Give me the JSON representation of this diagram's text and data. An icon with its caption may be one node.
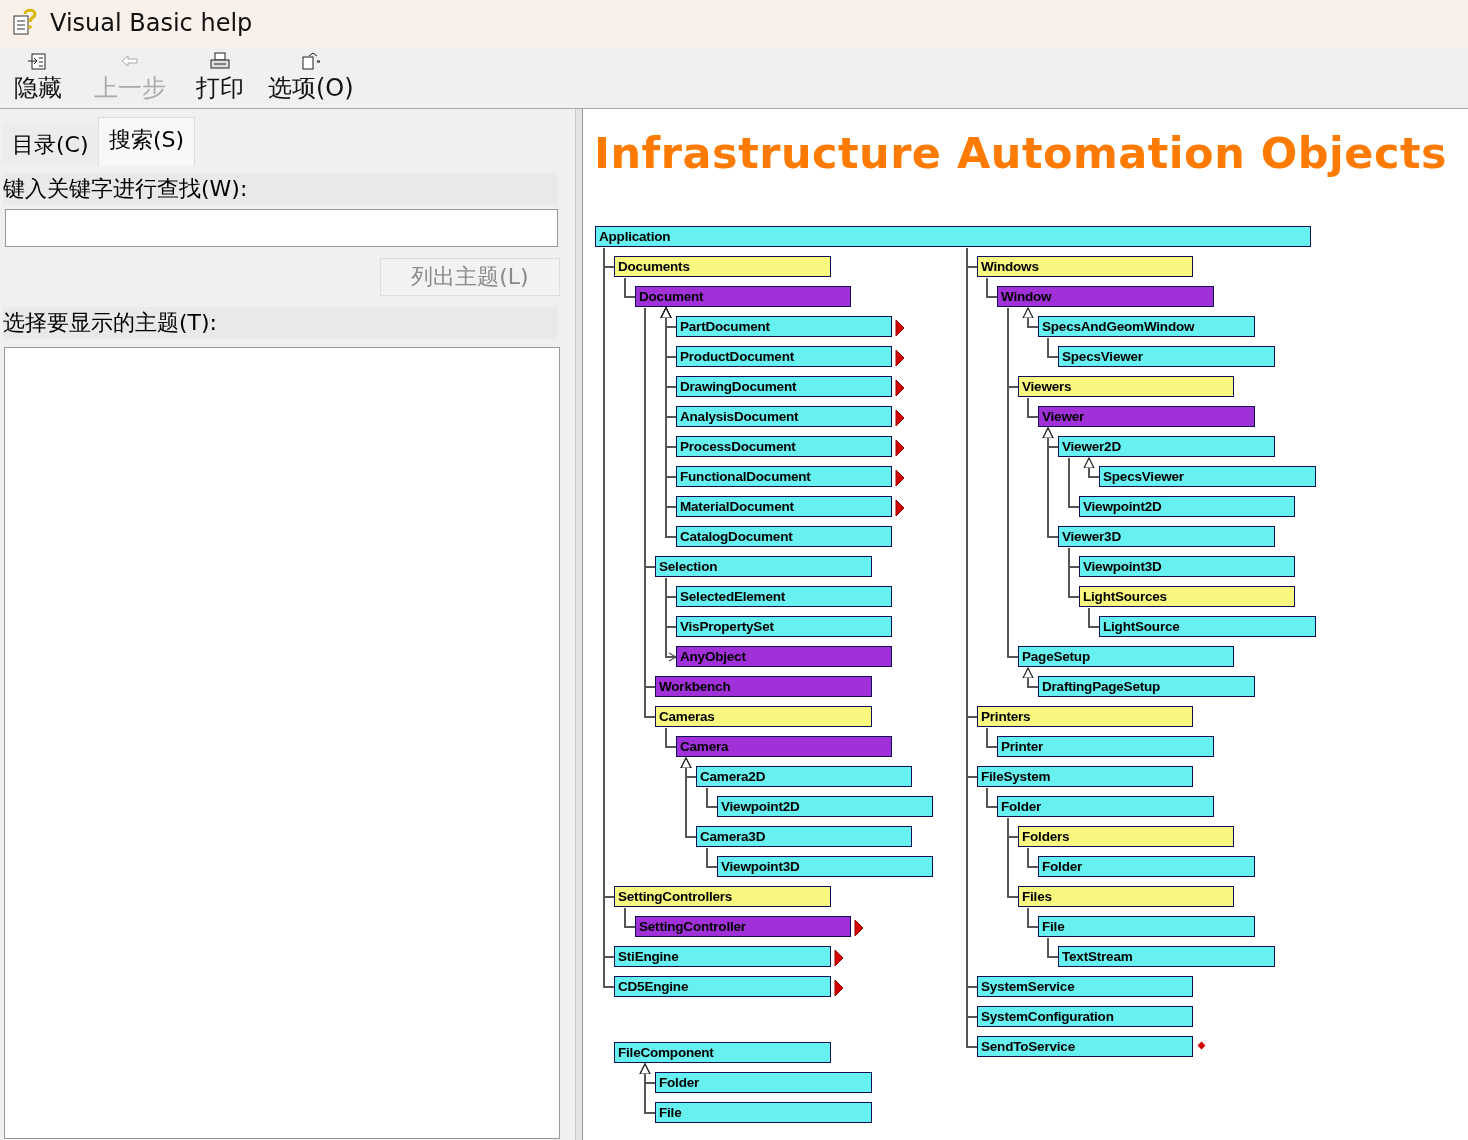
{
  "diagram": {
    "title": "Infrastructure Automation Objects",
    "nodes": [
      {
        "text": [
          "Application"
        ]
      },
      {
        "text": [
          "Documents"
        ]
      },
      {
        "text": [
          "Document"
        ]
      },
      {
        "text": [
          "PartDocument"
        ]
      },
      {
        "text": [
          "ProductDocument"
        ]
      },
      {
        "text": [
          "DrawingDocument"
        ]
      },
      {
        "text": [
          "AnalysisDocument"
        ]
      },
      {
        "text": [
          "ProcessDocument"
        ]
      },
      {
        "text": [
          "FunctionalDocument"
        ]
      },
      {
        "text": [
          "MaterialDocument"
        ]
      },
      {
        "text": [
          "CatalogDocument"
        ]
      },
      {
        "text": [
          "Selection"
        ]
      },
      {
        "text": [
          "SelectedElement"
        ]
      },
      {
        "text": [
          "VisPropertySet"
        ]
      },
      {
        "text": [
          "AnyObject"
        ]
      },
      {
        "text": [
          "Workbench"
        ]
      },
      {
        "text": [
          "Cameras"
        ]
      },
      {
        "text": [
          "Camera"
        ]
      },
      {
        "text": [
          "Camera2D"
        ]
      },
      {
        "text": [
          "Viewpoint2D"
        ]
      },
      {
        "text": [
          "Camera3D"
        ]
      },
      {
        "text": [
          "Viewpoint3D"
        ]
      },
      {
        "text": [
          "SettingControllers"
        ]
      },
      {
        "text": [
          "SettingController"
        ]
      },
      {
        "text": [
          "StiEngine"
        ]
      },
      {
        "text": [
          "CD5Engine"
        ]
      },
      {
        "text": [
          "Windows"
        ]
      },
      {
        "text": [
          "Window"
        ]
      },
      {
        "text": [
          "SpecsAndGeomWindow"
        ]
      },
      {
        "text": [
          "SpecsViewer"
        ]
      },
      {
        "text": [
          "Viewers"
        ]
      },
      {
        "text": [
          "Viewer"
        ]
      },
      {
        "text": [
          "Viewer2D"
        ]
      },
      {
        "text": [
          "SpecsViewer"
        ]
      },
      {
        "text": [
          "Viewpoint2D"
        ]
      },
      {
        "text": [
          "Viewer3D"
        ]
      },
      {
        "text": [
          "Viewpoint3D"
        ]
      },
      {
        "text": [
          "LightSources"
        ]
      },
      {
        "text": [
          "LightSource"
        ]
      },
      {
        "text": [
          "PageSetup"
        ]
      },
      {
        "text": [
          "DraftingPageSetup"
        ]
      },
      {
        "text": [
          "Printers"
        ]
      },
      {
        "text": [
          "Printer"
        ]
      },
      {
        "text": [
          "FileSystem"
        ]
      },
      {
        "text": [
          "Folder"
        ]
      },
      {
        "text": [
          "Folders"
        ]
      },
      {
        "text": [
          "Folder"
        ]
      },
      {
        "text": [
          "Files"
        ]
      },
      {
        "text": [
          "File"
        ]
      },
      {
        "text": [
          "TextStream"
        ]
      },
      {
        "text": [
          "SystemService"
        ]
      },
      {
        "text": [
          "SystemConfiguration"
        ]
      },
      {
        "text": [
          "SendToService"
        ]
      },
      {
        "text": [
          "FileComponent"
        ]
      },
      {
        "text": [
          "Folder"
        ]
      },
      {
        "text": [
          "File"
        ]
      }
    ],
    "edges": [
      {
        "from": 0,
        "to": 1,
        "arrow": "none"
      },
      {
        "from": 1,
        "to": 2,
        "arrow": "none"
      },
      {
        "from": 3,
        "to": 2,
        "arrow": "to"
      },
      {
        "from": 4,
        "to": 2,
        "arrow": "to"
      },
      {
        "from": 5,
        "to": 2,
        "arrow": "to"
      },
      {
        "from": 6,
        "to": 2,
        "arrow": "to"
      },
      {
        "from": 7,
        "to": 2,
        "arrow": "to"
      },
      {
        "from": 8,
        "to": 2,
        "arrow": "to"
      },
      {
        "from": 9,
        "to": 2,
        "arrow": "to"
      },
      {
        "from": 10,
        "to": 2,
        "arrow": "to"
      },
      {
        "from": 2,
        "to": 11,
        "arrow": "none"
      },
      {
        "from": 11,
        "to": 12,
        "arrow": "none"
      },
      {
        "from": 11,
        "to": 13,
        "arrow": "none"
      },
      {
        "from": 11,
        "to": 14,
        "arrow": "to"
      },
      {
        "from": 2,
        "to": 15,
        "arrow": "none"
      },
      {
        "from": 2,
        "to": 16,
        "arrow": "none"
      },
      {
        "from": 16,
        "to": 17,
        "arrow": "none"
      },
      {
        "from": 18,
        "to": 17,
        "arrow": "to"
      },
      {
        "from": 18,
        "to": 19,
        "arrow": "none"
      },
      {
        "from": 20,
        "to": 17,
        "arrow": "to"
      },
      {
        "from": 20,
        "to": 21,
        "arrow": "none"
      },
      {
        "from": 0,
        "to": 22,
        "arrow": "none"
      },
      {
        "from": 22,
        "to": 23,
        "arrow": "none"
      },
      {
        "from": 0,
        "to": 24,
        "arrow": "none"
      },
      {
        "from": 0,
        "to": 25,
        "arrow": "none"
      },
      {
        "from": 0,
        "to": 26,
        "arrow": "none"
      },
      {
        "from": 26,
        "to": 27,
        "arrow": "none"
      },
      {
        "from": 28,
        "to": 27,
        "arrow": "to"
      },
      {
        "from": 28,
        "to": 29,
        "arrow": "none"
      },
      {
        "from": 27,
        "to": 30,
        "arrow": "none"
      },
      {
        "from": 30,
        "to": 31,
        "arrow": "none"
      },
      {
        "from": 32,
        "to": 31,
        "arrow": "to"
      },
      {
        "from": 33,
        "to": 32,
        "arrow": "to"
      },
      {
        "from": 32,
        "to": 34,
        "arrow": "none"
      },
      {
        "from": 35,
        "to": 31,
        "arrow": "to"
      },
      {
        "from": 35,
        "to": 36,
        "arrow": "none"
      },
      {
        "from": 35,
        "to": 37,
        "arrow": "none"
      },
      {
        "from": 37,
        "to": 38,
        "arrow": "none"
      },
      {
        "from": 27,
        "to": 39,
        "arrow": "none"
      },
      {
        "from": 40,
        "to": 39,
        "arrow": "to"
      },
      {
        "from": 0,
        "to": 41,
        "arrow": "none"
      },
      {
        "from": 41,
        "to": 42,
        "arrow": "none"
      },
      {
        "from": 0,
        "to": 43,
        "arrow": "none"
      },
      {
        "from": 43,
        "to": 44,
        "arrow": "none"
      },
      {
        "from": 44,
        "to": 45,
        "arrow": "none"
      },
      {
        "from": 45,
        "to": 46,
        "arrow": "none"
      },
      {
        "from": 44,
        "to": 47,
        "arrow": "none"
      },
      {
        "from": 47,
        "to": 48,
        "arrow": "none"
      },
      {
        "from": 48,
        "to": 49,
        "arrow": "none"
      },
      {
        "from": 0,
        "to": 50,
        "arrow": "none"
      },
      {
        "from": 0,
        "to": 51,
        "arrow": "none"
      },
      {
        "from": 0,
        "to": 52,
        "arrow": "none"
      },
      {
        "from": 54,
        "to": 53,
        "arrow": "to"
      },
      {
        "from": 55,
        "to": 53,
        "arrow": "to"
      }
    ],
    "labels": [
      "Visual Basic help",
      "隐藏",
      "上一步",
      "打印",
      "选项(O)",
      "目录(C)",
      "搜索(S)",
      "键入关键字进行查找(W):",
      "列出主题(L)",
      "选择要显示的主题(T):"
    ]
  }
}
